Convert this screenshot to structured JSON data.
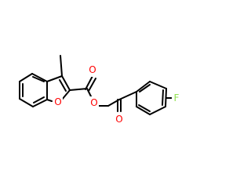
{
  "colors": {
    "background": "#ffffff",
    "bond": "#000000",
    "oxygen": "#ff0000",
    "fluorine": "#90e050"
  },
  "molecule": {
    "atoms": {
      "ring_oxygen": "O",
      "ester_oxygen": "O",
      "carbonyl_oxygen_ester": "O",
      "carbonyl_oxygen_ketone": "O",
      "fluorine": "F"
    }
  }
}
